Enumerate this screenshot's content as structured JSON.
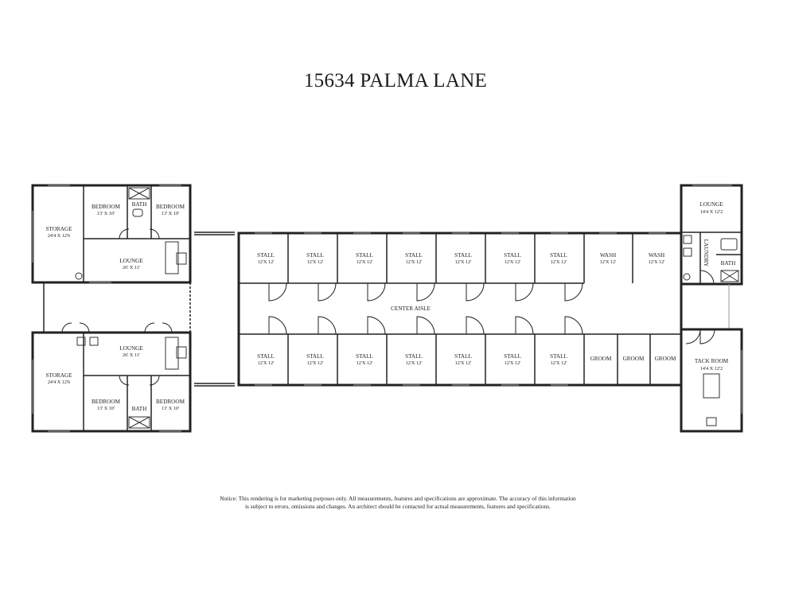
{
  "title": "15634 PALMA LANE",
  "rooms": {
    "storage_top": {
      "name": "STORAGE",
      "size": "24'4 X 12'6"
    },
    "storage_bottom": {
      "name": "STORAGE",
      "size": "24'4 X 12'6"
    },
    "bedroom_tl": {
      "name": "BEDROOM",
      "size": "13' X 10'"
    },
    "bedroom_tr": {
      "name": "BEDROOM",
      "size": "13' X 10'"
    },
    "bedroom_bl": {
      "name": "BEDROOM",
      "size": "13' X 10'"
    },
    "bedroom_br": {
      "name": "BEDROOM",
      "size": "13' X 10'"
    },
    "bath_top": {
      "name": "BATH"
    },
    "bath_bottom": {
      "name": "BATH"
    },
    "lounge_top": {
      "name": "LOUNGE",
      "size": "26' X 11'"
    },
    "lounge_bottom": {
      "name": "LOUNGE",
      "size": "26' X 11'"
    },
    "lounge_right": {
      "name": "LOUNGE",
      "size": "14'4 X 12'2"
    },
    "laundry": {
      "name": "LAUNDRY"
    },
    "bath_right": {
      "name": "BATH"
    },
    "tack_room": {
      "name": "TACK ROOM",
      "size": "14'4 X 12'2"
    },
    "center_aisle": {
      "name": "CENTER AISLE"
    },
    "stalls_top": [
      {
        "name": "STALL",
        "size": "12'X 12'"
      },
      {
        "name": "STALL",
        "size": "12'X 12'"
      },
      {
        "name": "STALL",
        "size": "12'X 12'"
      },
      {
        "name": "STALL",
        "size": "12'X 12'"
      },
      {
        "name": "STALL",
        "size": "12'X 12'"
      },
      {
        "name": "STALL",
        "size": "12'X 12'"
      },
      {
        "name": "STALL",
        "size": "12'X 12'"
      }
    ],
    "wash": [
      {
        "name": "WASH",
        "size": "12'X 12'"
      },
      {
        "name": "WASH",
        "size": "12'X 12'"
      }
    ],
    "stalls_bottom": [
      {
        "name": "STALL",
        "size": "12'X 12'"
      },
      {
        "name": "STALL",
        "size": "12'X 12'"
      },
      {
        "name": "STALL",
        "size": "12'X 12'"
      },
      {
        "name": "STALL",
        "size": "12'X 12'"
      },
      {
        "name": "STALL",
        "size": "12'X 12'"
      },
      {
        "name": "STALL",
        "size": "12'X 12'"
      },
      {
        "name": "STALL",
        "size": "12'X 12'"
      }
    ],
    "groom": [
      {
        "name": "GROOM"
      },
      {
        "name": "GROOM"
      },
      {
        "name": "GROOM"
      }
    ]
  },
  "notice": {
    "line1": "Notice: This rendering is for marketing purposes only. All measurements, features and specifications are approximate. The accuracy of this information",
    "line2": "is subject to errors, omissions and changes. An architect should be contacted for actual measurements, features and specifications."
  }
}
